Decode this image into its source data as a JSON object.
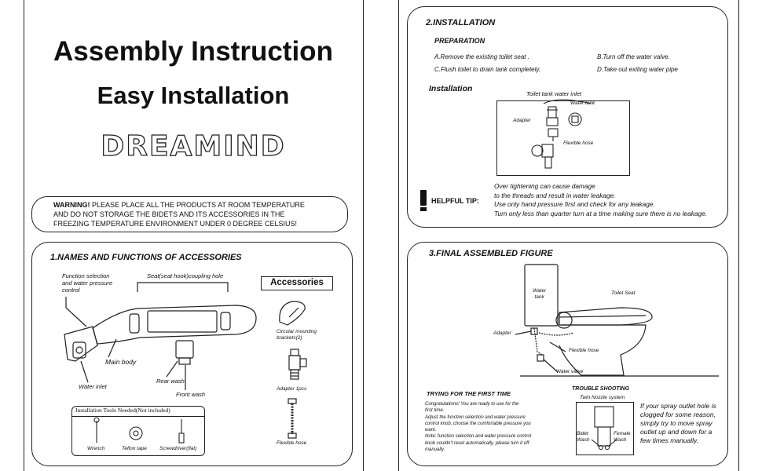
{
  "left_page": {
    "title": "Assembly Instruction",
    "subtitle": "Easy Installation",
    "brand": "DREAMIND",
    "warning": {
      "label": "WARNING!",
      "line1": " PLEASE PLACE  ALL THE PRODUCTS  AT ROOM TEMPERATURE",
      "line2": "AND DO NOT  STORAGE  THE BIDETS  AND ITS ACCESSORIES IN   THE",
      "line3": "FREEZING  TEMPERATURE  ENVIRONMENT UNDER 0 DEGREE CELSIUS!"
    },
    "section1": {
      "heading": "1.NAMES AND FUNCTIONS OF ACCESSORIES",
      "function_label_1": "Function selection",
      "function_label_2": "and water pressure",
      "function_label_3": "control",
      "seat_hook": "Seat(seat hook)coupling hole",
      "main_body": "Main body",
      "water_inlet": "Water inlet",
      "rear_wash": "Rear wash",
      "front_wash": "Front wash",
      "accessories_title": "Accessories",
      "circular_brackets_1": "Circular mounting",
      "circular_brackets_2": "brackets(2)",
      "adapter": "Adapter   1pcs",
      "flexible_hose": "Flexible hose",
      "tools_title": "Installation Tools Needed(Not included)",
      "tool_wrench": "Wrench",
      "tool_teflon": "Teflon tape",
      "tool_screwdriver": "Screwdriver(flat)"
    }
  },
  "right_page": {
    "section2": {
      "heading": "2.INSTALLATION",
      "prep_heading": "PREPARATION",
      "prep_a": "A.Remove the existing toilet seat .",
      "prep_b": "B.Turn off the water valve.",
      "prep_c": "C.Flush toilet to drain tank completely.",
      "prep_d": "D.Take out exiting water pipe",
      "install_heading": "Installation",
      "tank_inlet": "Toilet tank water inlet",
      "water_tank": "Water tank",
      "adapter": "Adapter",
      "flexible_hose": "Flexible hose",
      "tip_label": "HELPFUL TIP:",
      "tip_1": "Over tightening  can cause damage",
      "tip_2": "to the threads and result in water leakage.",
      "tip_3": "Use only hand pressure first and check for any leakage.",
      "tip_4": "Turn only less than quarter turn at a time making sure there is no leakage."
    },
    "section3": {
      "heading": "3.FINAL ASSEMBLED FIGURE",
      "water_tank_1": "Water",
      "water_tank_2": "tank",
      "toilet_seat": "Toilet Seat",
      "adapter": "Adapter",
      "flexible_hose": "Flexible hose",
      "water_valve": "Water valve",
      "trying_heading": "TRYING FOR THE FIRST TIME",
      "trying_1": "Congratulations! You are ready to use for the",
      "trying_2": "first time.",
      "trying_3": "Adjust the  function selection and  water pressure",
      "trying_4": "control knob, choose the comfortable pressure you",
      "trying_5": "want.",
      "trying_6": "Note:  function selection   and water pressure control",
      "trying_7": "knob couldn't reset automatically, please turn it off",
      "trying_8": "manually.",
      "trouble_heading": "TROUBLE SHOOTING",
      "twin_nozzle": "Twin Nozzle system",
      "bidet_wash_1": "Bidet",
      "bidet_wash_2": "Wash",
      "female_wash_1": "Female",
      "female_wash_2": "Wash",
      "spray_1": "If your spray outlet hole is",
      "spray_2": "clogged for some reason,",
      "spray_3": "simply try to move spray",
      "spray_4": "outlet up and down for a",
      "spray_5": "few times manually."
    }
  }
}
